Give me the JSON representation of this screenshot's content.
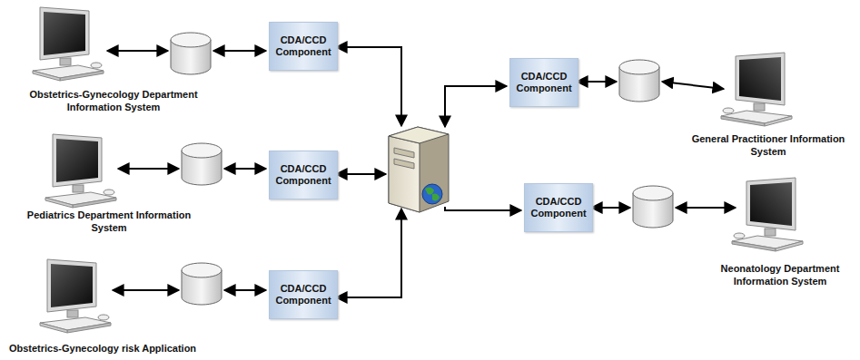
{
  "diagram": {
    "nodes": [
      {
        "text": [
          "CDA/CCD Component"
        ]
      },
      {
        "text": [
          "CDA/CCD Component"
        ]
      },
      {
        "text": [
          "CDA/CCD Component"
        ]
      },
      {
        "text": [
          "CDA/CCD Component"
        ]
      },
      {
        "text": [
          "CDA/CCD Component"
        ]
      }
    ],
    "labels": [
      "Obstetrics-Gynecology Department Information System",
      "Pediatrics Department Information System",
      "Obstetrics-Gynecology risk Application",
      "General Practitioner Information System",
      "Neonatology Department Information System"
    ]
  }
}
